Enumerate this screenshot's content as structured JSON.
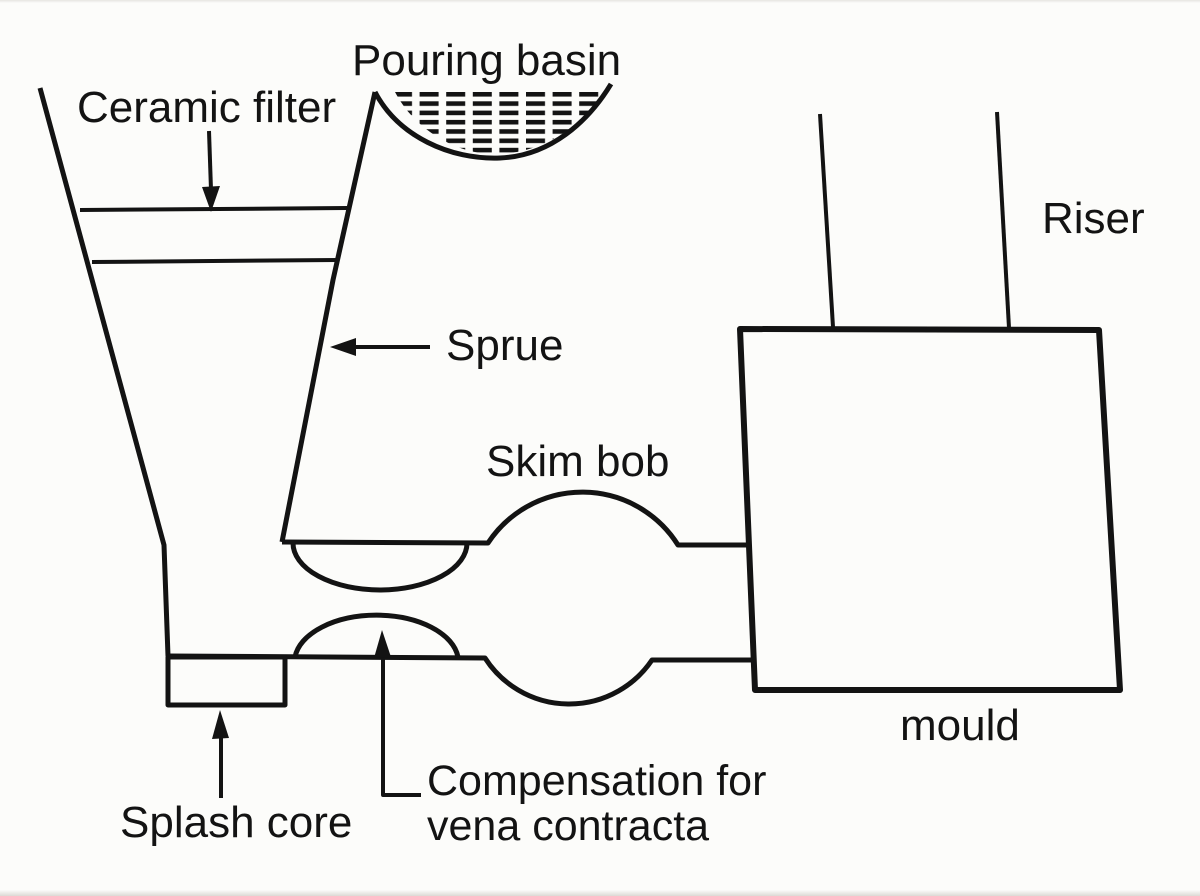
{
  "colors": {
    "ink": "#131313",
    "bg": "#fcfcfa"
  },
  "diagram": {
    "kind": "foundry-casting-gating-system",
    "labels": {
      "pouring_basin": "Pouring basin",
      "ceramic_filter": "Ceramic filter",
      "sprue": "Sprue",
      "skim_bob": "Skim bob",
      "riser": "Riser",
      "mould": "mould",
      "splash_core": "Splash core",
      "compensation_line1": "Compensation for",
      "compensation_line2": "vena contracta"
    }
  }
}
